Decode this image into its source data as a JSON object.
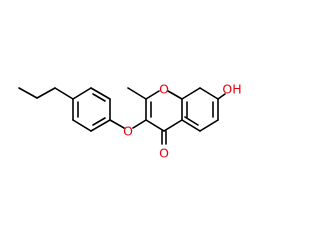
{
  "structure": {
    "atoms": {
      "ring_oxygen": "O",
      "ether_oxygen": "O",
      "carbonyl_oxygen": "O",
      "hydroxyl": "OH"
    }
  },
  "colors": {
    "bond": "#000000",
    "oxygen": "#e8000b",
    "background": "#ffffff"
  }
}
